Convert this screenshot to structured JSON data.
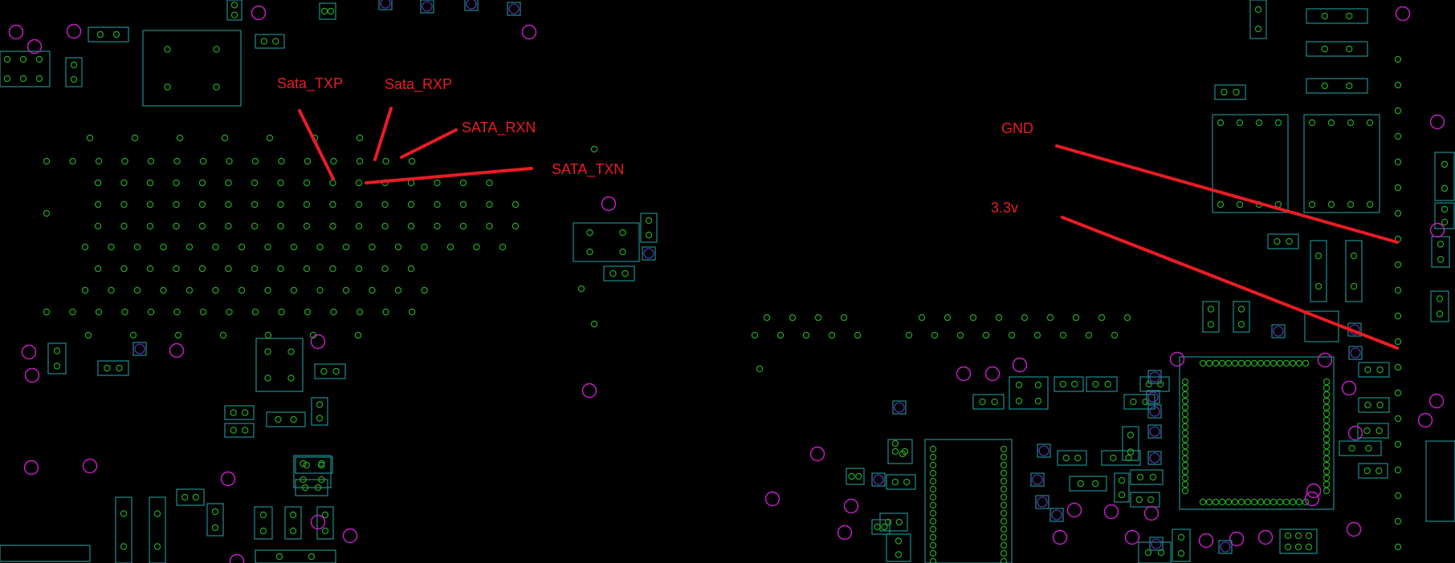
{
  "annotations": {
    "sata_txp": "Sata_TXP",
    "sata_rxp": "Sata_RXP",
    "sata_rxn": "SATA_RXN",
    "sata_txn": "SATA_TXN",
    "gnd": "GND",
    "v33": "3.3v"
  },
  "colors": {
    "background": "#000000",
    "pad": "#22a622",
    "footprint": "#1f8b8b",
    "via": "#c21fc2",
    "annotation": "#ea1c24"
  }
}
